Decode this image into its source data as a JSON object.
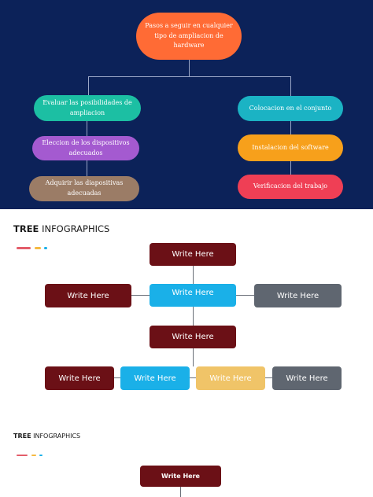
{
  "top_diagram": {
    "root": {
      "label": "Pasos a seguir en cualquier tipo de ampliacion de hardware",
      "color": "#ff6b35"
    },
    "left_branch": [
      {
        "label": "Evaluar las posibilidades de ampliacion",
        "color": "#1cbfa3"
      },
      {
        "label": "Eleccion de los dispositivos adecuados",
        "color": "#a45ad0"
      },
      {
        "label": "Adquirir las diapositivas adecuadas",
        "color": "#9b7c66"
      }
    ],
    "right_branch": [
      {
        "label": "Colocacion en el conjunto",
        "color": "#1bb3c4"
      },
      {
        "label": "Instalacion del software",
        "color": "#f7a01b"
      },
      {
        "label": "Verificacion del trabajo",
        "color": "#ef3f55"
      }
    ]
  },
  "tree1": {
    "title_bold": "TREE",
    "title_rest": "INFOGRAPHICS",
    "dash_colors": [
      "#e35d6a",
      "#f5b942",
      "#1ab0e8"
    ],
    "root": {
      "label": "Write Here",
      "color": "#6b1016"
    },
    "row1": [
      {
        "label": "Write Here",
        "color": "#6b1016"
      },
      {
        "label": "Write Here",
        "color": "#1ab0e8"
      },
      {
        "label": "Write Here",
        "color": "#5f6670"
      }
    ],
    "middle": {
      "label": "Write Here",
      "color": "#6b1016"
    },
    "row2": [
      {
        "label": "Write Here",
        "color": "#6b1016"
      },
      {
        "label": "Write Here",
        "color": "#1ab0e8"
      },
      {
        "label": "Write Here",
        "color": "#f0c468"
      },
      {
        "label": "Write Here",
        "color": "#5f6670"
      }
    ]
  },
  "tree2": {
    "title_bold": "TREE",
    "title_rest": "INFOGRAPHICS",
    "dash_colors": [
      "#e35d6a",
      "#f5b942",
      "#1ab0e8"
    ],
    "root": {
      "label": "Write Here",
      "color": "#6b1016"
    }
  }
}
